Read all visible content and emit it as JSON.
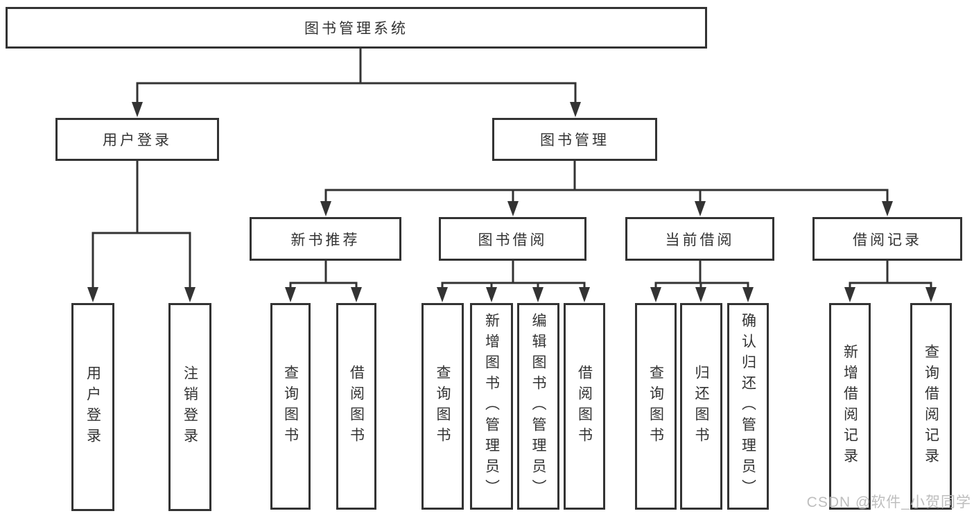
{
  "diagram": {
    "root": {
      "label": "图书管理系统",
      "children": [
        {
          "label": "用户登录",
          "children": [
            {
              "label": "用户登录"
            },
            {
              "label": "注销登录"
            }
          ]
        },
        {
          "label": "图书管理",
          "children": [
            {
              "label": "新书推荐",
              "children": [
                {
                  "label": "查询图书"
                },
                {
                  "label": "借阅图书"
                }
              ]
            },
            {
              "label": "图书借阅",
              "children": [
                {
                  "label": "查询图书"
                },
                {
                  "label": "新增图书（管理员）"
                },
                {
                  "label": "编辑图书（管理员）"
                },
                {
                  "label": "借阅图书"
                }
              ]
            },
            {
              "label": "当前借阅",
              "children": [
                {
                  "label": "查询图书"
                },
                {
                  "label": "归还图书"
                },
                {
                  "label": "确认归还（管理员）"
                }
              ]
            },
            {
              "label": "借阅记录",
              "children": [
                {
                  "label": "新增借阅记录"
                },
                {
                  "label": "查询借阅记录"
                }
              ]
            }
          ]
        }
      ]
    }
  },
  "watermark": {
    "text": "CSDN @软件_小贺同学",
    "color": "#b9b9b9"
  },
  "colors": {
    "line": "#333333",
    "text": "#333333",
    "background": "#ffffff"
  }
}
